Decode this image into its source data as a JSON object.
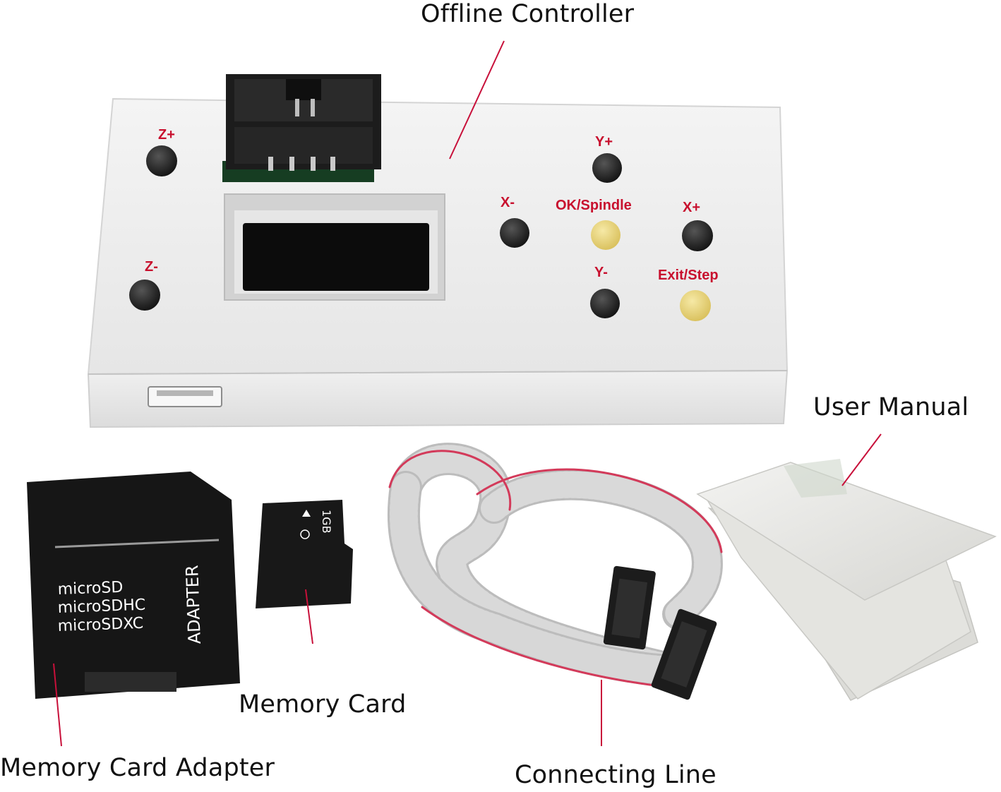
{
  "callouts": {
    "offline_controller": "Offline Controller",
    "user_manual": "User Manual",
    "memory_card": "Memory Card",
    "memory_card_adapter": "Memory Card Adapter",
    "connecting_line": "Connecting Line"
  },
  "controller": {
    "labels": {
      "z_plus": "Z+",
      "z_minus": "Z-",
      "y_plus": "Y+",
      "y_minus": "Y-",
      "x_minus": "X-",
      "x_plus": "X+",
      "ok_spindle": "OK/Spindle",
      "exit_step": "Exit/Step"
    }
  },
  "adapter": {
    "formats": [
      "microSD",
      "microSDHC",
      "microSDXC"
    ],
    "side_text": "ADAPTER"
  },
  "micro_card": {
    "capacity": "1GB"
  },
  "colors": {
    "label_red": "#c8102e",
    "button_black": "#1b1b1b",
    "button_yellow": "#e8d27a",
    "case_white": "#ebebeb",
    "ribbon_gray": "#bdbdbd",
    "ribbon_red": "#d33a5a",
    "callout_line": "#c8103a"
  }
}
